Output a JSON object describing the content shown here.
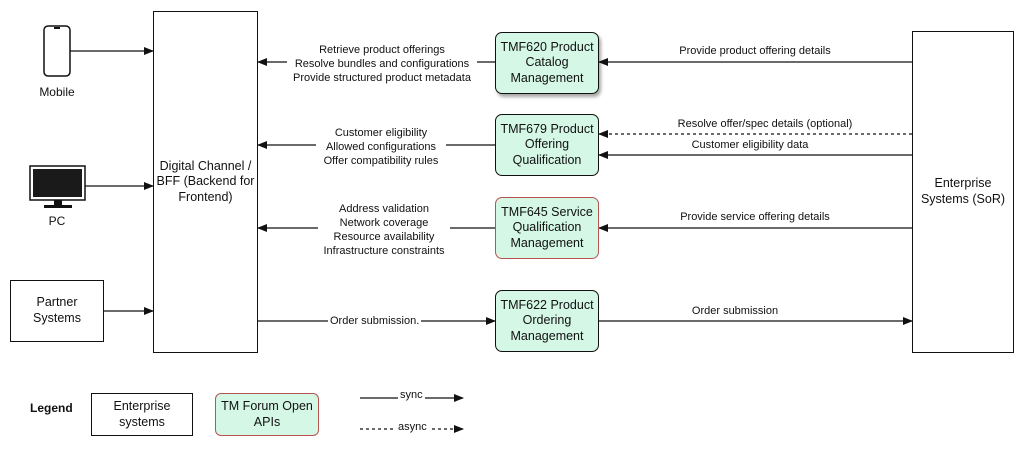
{
  "clients": {
    "mobile": "Mobile",
    "pc": "PC",
    "partner": "Partner Systems"
  },
  "bff": "Digital Channel / BFF (Backend for Frontend)",
  "enterprise": "Enterprise Systems (SoR)",
  "apis": {
    "tmf620": "TMF620 Product Catalog Management",
    "tmf679": "TMF679 Product Offering Qualification",
    "tmf645": "TMF645 Service Qualification Management",
    "tmf622": "TMF622 Product Ordering Management"
  },
  "edges": {
    "tmf620_to_bff": [
      "Retrieve product offerings",
      "Resolve bundles and configurations",
      "Provide structured product metadata"
    ],
    "tmf679_to_bff": [
      "Customer eligibility",
      "Allowed configurations",
      "Offer compatibility rules"
    ],
    "tmf645_to_bff": [
      "Address validation",
      "Network coverage",
      "Resource availability",
      "Infrastructure constraints"
    ],
    "bff_to_tmf622": "Order submission.",
    "sor_to_tmf620": "Provide product offering details",
    "tmf679_to_sor_async": "Resolve offer/spec details (optional)",
    "sor_to_tmf679": "Customer eligibility data",
    "sor_to_tmf645": "Provide service offering details",
    "tmf622_to_sor": "Order submission"
  },
  "legend": {
    "title": "Legend",
    "enterprise": "Enterprise systems",
    "tmforum": "TM Forum Open APIs",
    "sync": "sync",
    "async": "async"
  }
}
